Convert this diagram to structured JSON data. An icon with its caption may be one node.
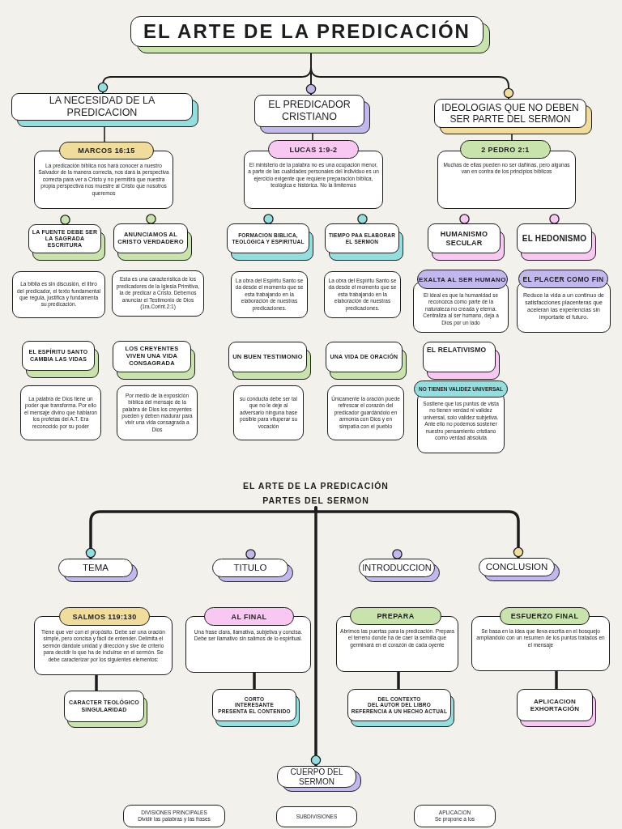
{
  "diagram": {
    "nodes": [
      {
        "text": [
          "EL ARTE DE LA PREDICACIÓN"
        ]
      },
      {
        "text": [
          "LA NECESIDAD DE LA PREDICACION"
        ]
      },
      {
        "text": [
          "EL PREDICADOR CRISTIANO"
        ]
      },
      {
        "text": [
          "IDEOLOGIAS QUE NO DEBEN SER PARTE DEL SERMON"
        ]
      },
      {
        "text": [
          "MARCOS 16:15",
          "La predicación bíblica nos hará conocer a nuestro Salvador de la manera correcta, nos dará la perspectiva correcta para ver a Cristo y no permitirá que nuestra propia perspectiva nos muestre al Cristo que nosotros queremos"
        ]
      },
      {
        "text": [
          "LA FUENTE DEBE SER LA SAGRADA ESCRITURA"
        ]
      },
      {
        "text": [
          "ANUNCIAMOS AL CRISTO VERDADERO"
        ]
      },
      {
        "text": [
          "La biblia es sin discusión, el libro del predicador, el texto fundamental que regula, justifica y fundamenta su predicación."
        ]
      },
      {
        "text": [
          "Esta es una característica de los predicadores de la Iglesia Primitiva, la de predicar a Cristo. Debemos anunciar el Testimonio de Dios (1ra.Corint.2:1)"
        ]
      },
      {
        "text": [
          "EL ESPÍRITU SANTO CAMBIA LAS VIDAS"
        ]
      },
      {
        "text": [
          "LOS CREYENTES VIVEN UNA VIDA CONSAGRADA"
        ]
      },
      {
        "text": [
          "La palabra de Dios tiene un poder que transforma. Por ello el mensaje divino que hablaron los profetas del A.T. Era reconocido por su poder"
        ]
      },
      {
        "text": [
          "Por medio de la exposición bíblica del mensaje de la palabra de Dios los creyentes pueden y deben madurar para vivir una vida consagrada a Dios"
        ]
      },
      {
        "text": [
          "LUCAS 1:9-2",
          "El ministerio de la palabra no es una ocupación menor, a parte de las cualidades personales del individuo es un ejercicio exigente que requiere preparación bíblica, teológica e histórica. No la limitemos"
        ]
      },
      {
        "text": [
          "FORMACION BIBLICA, TEOLOGICA Y ESPIRITUAL"
        ]
      },
      {
        "text": [
          "TIEMPO PAA ELABORAR EL SERMON"
        ]
      },
      {
        "text": [
          "La obra del Espiritu Santo se da desde el momento que se esta trabajando en la elaboración de nuestras predicaciones."
        ]
      },
      {
        "text": [
          "La obra del Espíritu Santo se da desde el momento que se esta trabajando en la elaboración de nuestras predicaciones."
        ]
      },
      {
        "text": [
          "UN BUEN TESTIMONIO"
        ]
      },
      {
        "text": [
          "UNA VIDA DE ORACIÓN"
        ]
      },
      {
        "text": [
          "su conducta debe ser tal que no le deje al adversario ninguna base posible para vituperar su vocación"
        ]
      },
      {
        "text": [
          "Únicamente la oración puede refrescar el corazón del predicador guardándolo en armonía con Dios y en simpatía con el pueblo"
        ]
      },
      {
        "text": [
          "2 PEDRO 2:1",
          "Muchas de ellas pueden no ser dañinas, pero algunas van en contra de los principios bíblicos"
        ]
      },
      {
        "text": [
          "HUMANISMO SECULAR"
        ]
      },
      {
        "text": [
          "EL HEDONISMO"
        ]
      },
      {
        "text": [
          "EXALTA AL SER HUMANO",
          "El ideal es que la humanidad se reconozca como parte de la naturaleza no creada y eterna. Centraliza al ser humano, deja a Dios por un lado"
        ]
      },
      {
        "text": [
          "EL PLACER COMO FIN",
          "Reduce la vida a un continuo de satisfacciones placenteras que aceleran las experiencias sin importarle el futuro."
        ]
      },
      {
        "text": [
          "EL RELATIVISMO"
        ]
      },
      {
        "text": [
          "NO TIENEN VALIDEZ UNIVERSAL",
          "Sostiene que los puntos de vista no tienen verdad ni validez universal, solo validez subjetiva. Ante ello no podemos sostener nuestro pensamiento cristiano como verdad absoluta"
        ]
      },
      {
        "text": [
          "EL ARTE DE LA PREDICACIÓN PARTES DEL SERMON"
        ]
      },
      {
        "text": [
          "TEMA"
        ]
      },
      {
        "text": [
          "TITULO"
        ]
      },
      {
        "text": [
          "INTRODUCCION"
        ]
      },
      {
        "text": [
          "CONCLUSION"
        ]
      },
      {
        "text": [
          "SALMOS 119:130",
          "Tiene que ver con el propósito. Debe ser una oración simple, pero concisa y fácil de entender. Delimita el sermón dándole unidad y dirección y sive de criterio para decidir lo que ha de incluirse en el sermón. Se debe caracterizar por los siguientes elementos:"
        ]
      },
      {
        "text": [
          "AL FINAL",
          "Una frase clara, llamativa, subjetiva y concisa. Debe ser llamativo sin salimos de lo espiritual."
        ]
      },
      {
        "text": [
          "PREPARA",
          "Abrimos las puertas para la predicación. Prepara el terreno donde ha de caer la semilla que germinará en el corazón de cada oyente"
        ]
      },
      {
        "text": [
          "ESFUERZO FINAL",
          "Se basa en la idea que lleva escrita en el bosquejo ampliandolo con un resumen de los puntos tratados en el mensaje"
        ]
      },
      {
        "text": [
          "CARACTER TEOLÓGICO",
          "SINGULARIDAD"
        ]
      },
      {
        "text": [
          "CORTO",
          "INTERESANTE",
          "PRESENTA EL CONTENIDO"
        ]
      },
      {
        "text": [
          "DEL CONTEXTO",
          "DEL AUTOR DEL LIBRO",
          "REFERENCIA A UN HECHO ACTUAL"
        ]
      },
      {
        "text": [
          "APLICACION",
          "EXHORTACIÓN"
        ]
      },
      {
        "text": [
          "CUERPO DEL SERMON"
        ]
      },
      {
        "text": [
          "DIVISIONES PRINCIPALES",
          "Dividir las palabras y las frases"
        ]
      },
      {
        "text": [
          "SUBDIVISIONES"
        ]
      },
      {
        "text": [
          "APLICACION",
          "Se propone a los"
        ]
      }
    ],
    "edges": [
      {
        "from": 0,
        "to": 1,
        "arrow": "other"
      },
      {
        "from": 0,
        "to": 2,
        "arrow": "other"
      },
      {
        "from": 0,
        "to": 3,
        "arrow": "other"
      },
      {
        "from": 1,
        "to": 4,
        "arrow": "none"
      },
      {
        "from": 2,
        "to": 13,
        "arrow": "none"
      },
      {
        "from": 3,
        "to": 22,
        "arrow": "none"
      },
      {
        "from": 29,
        "to": 30,
        "arrow": "other"
      },
      {
        "from": 29,
        "to": 33,
        "arrow": "other"
      },
      {
        "from": 29,
        "to": 42,
        "arrow": "other"
      },
      {
        "from": 34,
        "to": 38,
        "arrow": "none"
      },
      {
        "from": 35,
        "to": 39,
        "arrow": "none"
      },
      {
        "from": 36,
        "to": 40,
        "arrow": "none"
      },
      {
        "from": 37,
        "to": 41,
        "arrow": "none"
      }
    ]
  }
}
